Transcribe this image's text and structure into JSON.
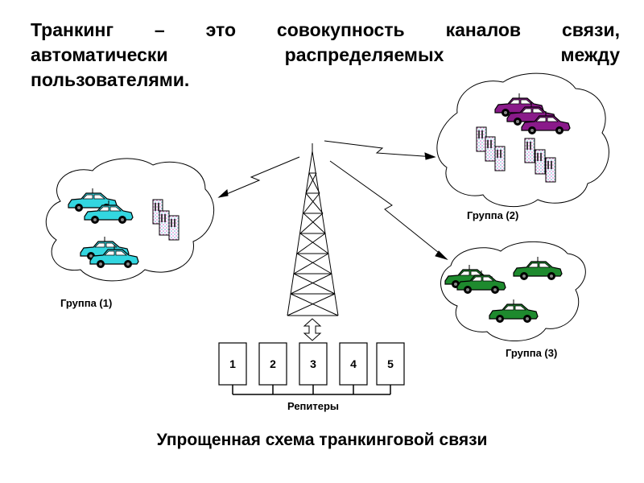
{
  "title": {
    "line1": "Транкинг – это совокупность каналов связи,",
    "line2": "автоматически распределяемых между",
    "line3": "пользователями."
  },
  "groups": [
    {
      "label": "Группа (1)",
      "car_color": "#33d6e0"
    },
    {
      "label": "Группа (2)",
      "car_color": "#8a1a8a"
    },
    {
      "label": "Группа (3)",
      "car_color": "#1e8a2e"
    }
  ],
  "repeaters": {
    "label": "Репитеры",
    "units": [
      "1",
      "2",
      "3",
      "4",
      "5"
    ]
  },
  "caption": "Упрощенная схема транкинговой связи",
  "colors": {
    "building_fill": "#ffffff",
    "building_dots": "#cc66cc"
  }
}
